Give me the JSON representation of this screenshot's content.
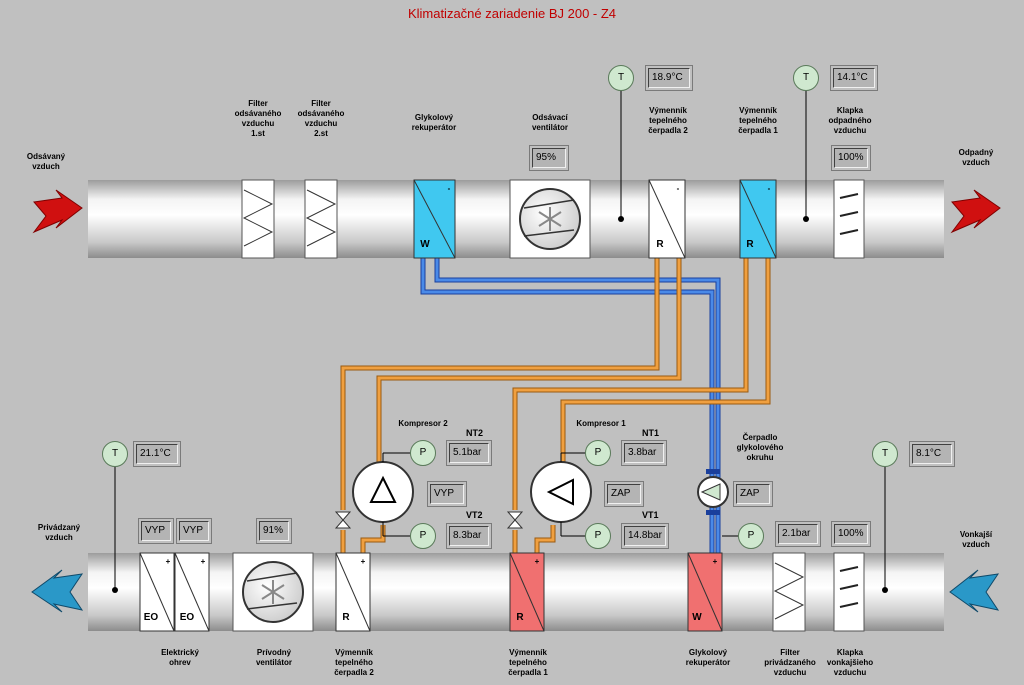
{
  "title": "Klimatizačné zariadenie BJ 200 - Z4",
  "labels": {
    "extract_air": "Odsávaný\nvzduch",
    "exhaust_air": "Odpadný\nvzduch",
    "supply_air": "Privádzaný\nvzduch",
    "outdoor_air": "Vonkajší\nvzduch",
    "filter_1": "Filter\nodsávaného\nvzduchu\n1.st",
    "filter_2": "Filter\nodsávaného\nvzduchu\n2.st",
    "glycol_recup_top": "Glykolový\nrekuperátor",
    "extract_fan": "Odsávací\nventilátor",
    "hx_hp2_top": "Výmenník\ntepelného\nčerpadla 2",
    "hx_hp1_top": "Výmenník\ntepelného\nčerpadla 1",
    "exhaust_damper": "Klapka\nodpadného\nvzduchu",
    "electric_heater": "Elektrický\nohrev",
    "supply_fan": "Prívodný\nventilátor",
    "hx_hp2_bottom": "Výmenník\ntepelného\nčerpadla 2",
    "hx_hp1_bottom": "Výmenník\ntepelného\nčerpadla 1",
    "glycol_recup_bottom": "Glykolový\nrekuperátor",
    "supply_filter": "Filter\nprivádzaného\nvzduchu",
    "outdoor_damper": "Klapka\nvonkajšieho\nvzduchu",
    "compressor_2": "Kompresor 2",
    "compressor_1": "Kompresor 1",
    "glycol_pump": "Čerpadlo\nglykolového\nokruhu",
    "nt2": "NT2",
    "vt2": "VT2",
    "nt1": "NT1",
    "vt1": "VT1"
  },
  "values": {
    "temp_hp2": "18.9°C",
    "temp_exhaust": "14.1°C",
    "extract_fan": "95%",
    "exhaust_damper": "100%",
    "temp_supply": "21.1°C",
    "eo1": "VYP",
    "eo2": "VYP",
    "supply_fan": "91%",
    "nt2": "5.1bar",
    "comp2": "VYP",
    "vt2": "8.3bar",
    "nt1": "3.8bar",
    "comp1": "ZAP",
    "vt1": "14.8bar",
    "pump": "ZAP",
    "glycol_pressure": "2.1bar",
    "outdoor_damper": "100%",
    "temp_outdoor": "8.1°C"
  },
  "sensor_letters": {
    "t": "T",
    "p": "P"
  },
  "unit_letters": {
    "w": "W",
    "r": "R",
    "eo": "EO",
    "plus": "+",
    "minus": "-"
  },
  "colors": {
    "title": "#c00000",
    "glycol": "#3a6cc8",
    "refrigerant": "#e0902c",
    "cooler": "#40c8f0",
    "heater": "#f07070",
    "extract_arrow": "#d01010",
    "supply_arrow": "#2a98c8"
  }
}
